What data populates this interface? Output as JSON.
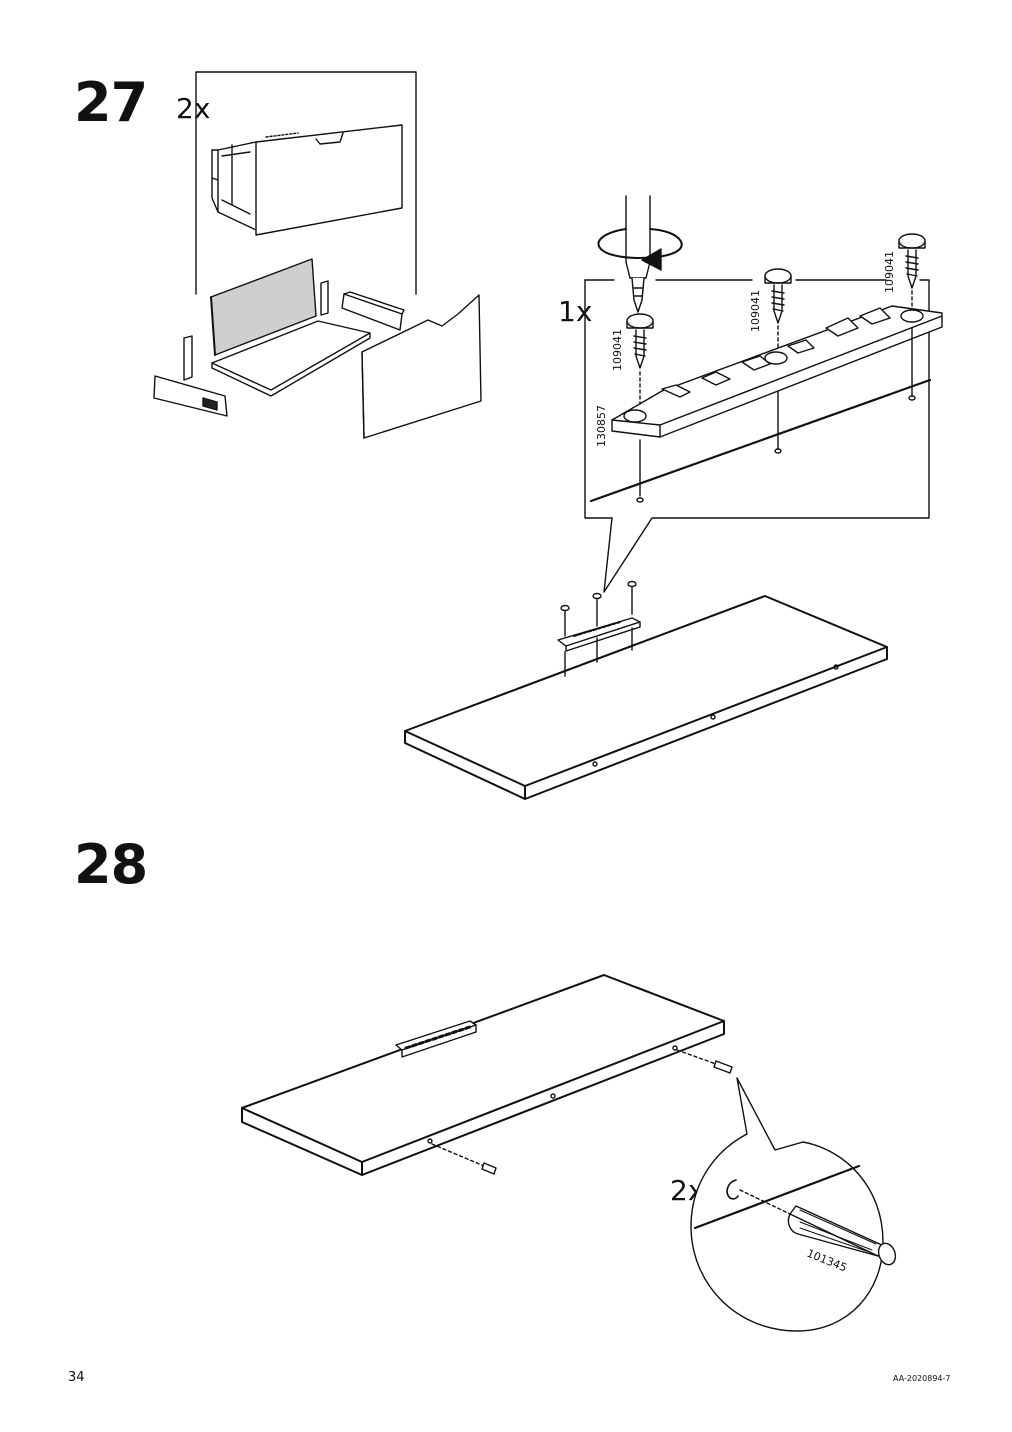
{
  "steps": [
    {
      "number": "27",
      "inset_quantity": "2x",
      "detail_quantity": "1x",
      "part_labels": [
        "109041",
        "109041",
        "109041",
        "130857"
      ]
    },
    {
      "number": "28",
      "detail_quantity": "2x",
      "part_label": "101345"
    }
  ],
  "footer": {
    "page_number": "34",
    "document_code": "AA-2020894-7"
  },
  "icons": [
    "screwdriver-icon",
    "rotate-arrow-icon",
    "screw-icon",
    "mounting-bracket-icon",
    "wooden-dowel-icon",
    "drawer-icon",
    "panel-icon"
  ]
}
